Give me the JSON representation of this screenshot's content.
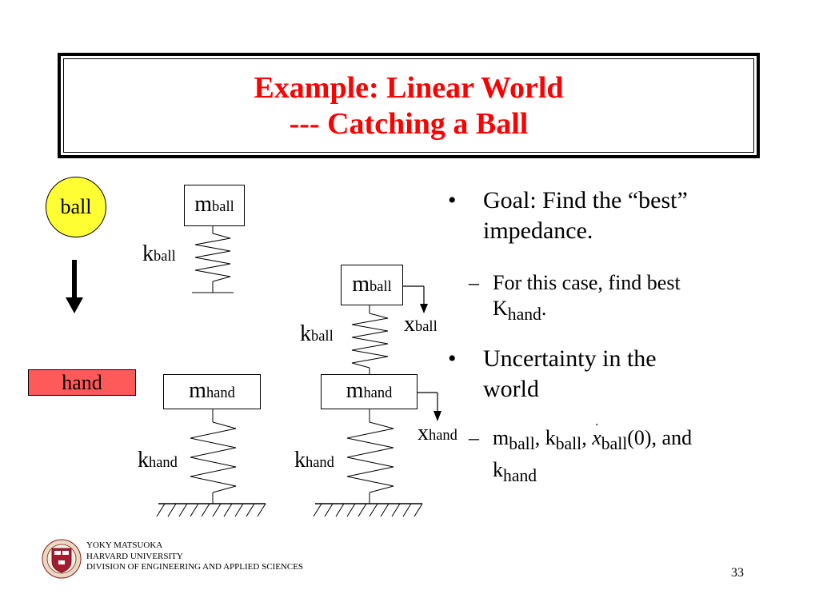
{
  "title": {
    "line1": "Example: Linear World",
    "line2": "--- Catching a Ball"
  },
  "diagram": {
    "ball_label": "ball",
    "hand_label": "hand",
    "m": "m",
    "k": "k",
    "x": "x",
    "sub_ball": "ball",
    "sub_hand": "hand"
  },
  "bullets": {
    "b1_line1": "Goal: Find the “best”",
    "b1_line2": "impedance.",
    "s1_line1": "For this case, find best",
    "s1_k": "K",
    "s1_sub": "hand",
    "s1_end": ".",
    "b2_line1": "Uncertainty in the",
    "b2_line2": "world",
    "s2_m": "m",
    "s2_sub_ball": "ball",
    "s2_comma": ", ",
    "s2_k": "k",
    "s2_x": "x",
    "s2_dot": "˙",
    "s2_zero": "(0), and",
    "s2_k2": "k",
    "s2_sub_hand": "hand",
    "bullet_mark": "•",
    "dash_mark": "–"
  },
  "footer": {
    "line1": "YOKY MATSUOKA",
    "line2": "HARVARD UNIVERSITY",
    "line3": "DIVISION OF ENGINEERING AND APPLIED SCIENCES",
    "page": "33",
    "seal_text": "VERITAS"
  }
}
